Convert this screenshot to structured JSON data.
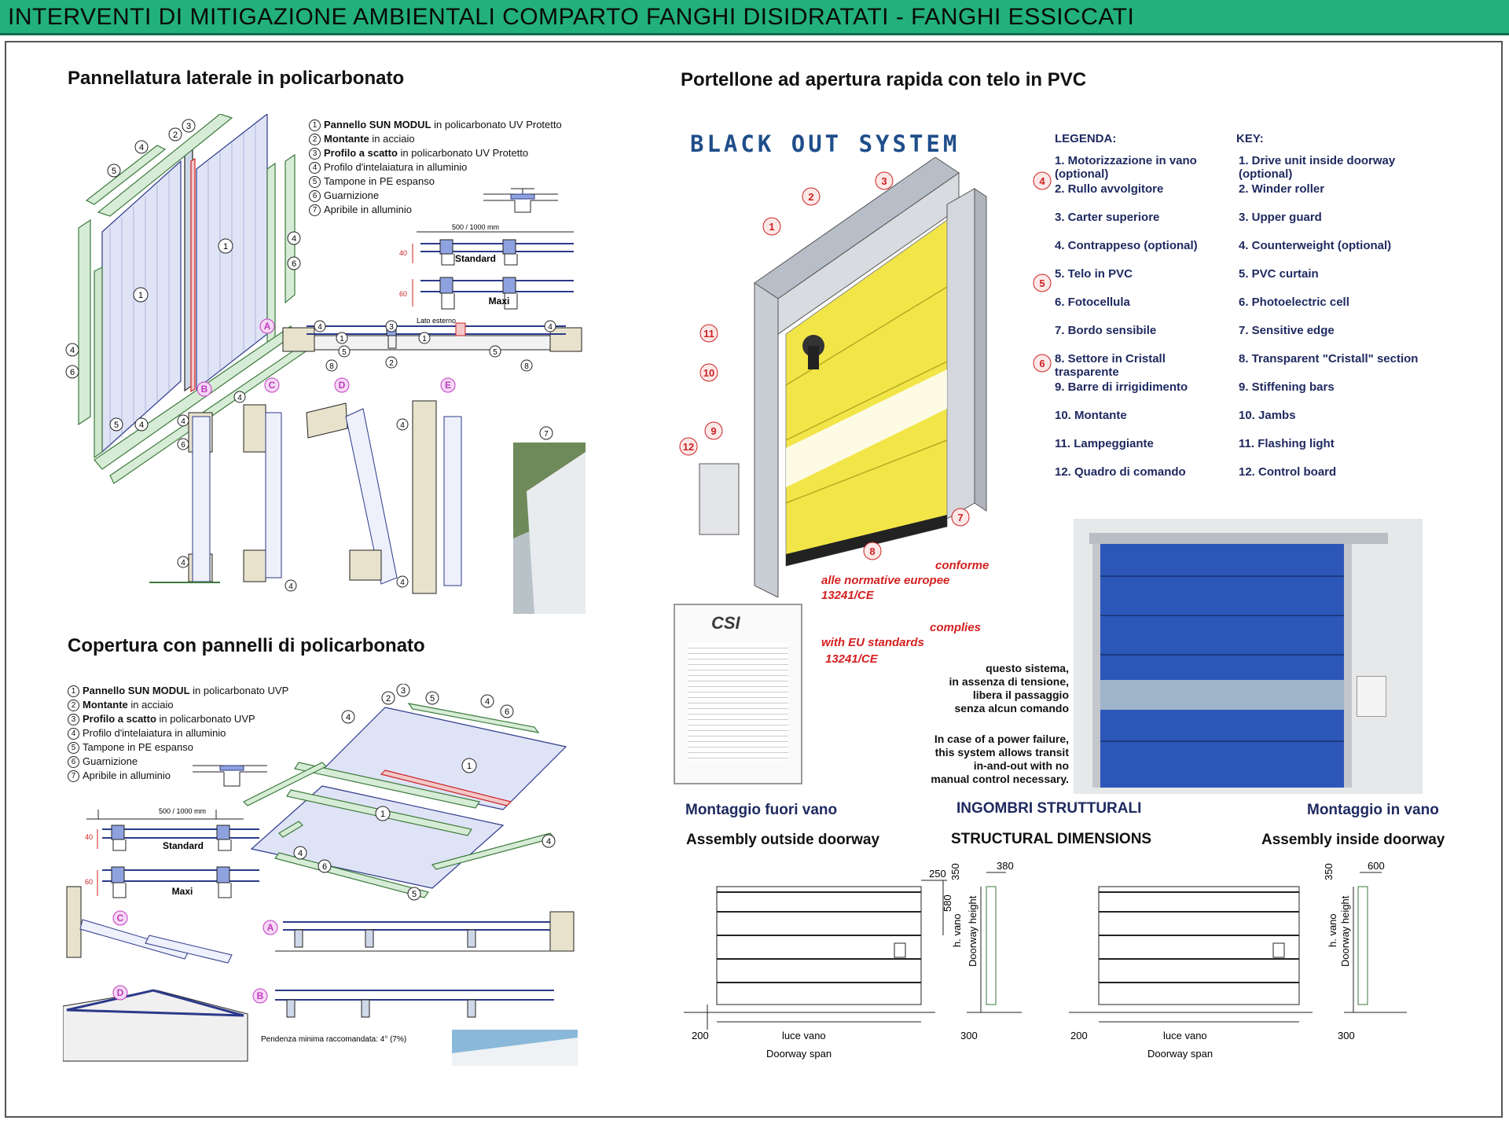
{
  "header": {
    "title": "INTERVENTI DI MITIGAZIONE AMBIENTALI COMPARTO FANGHI DISIDRATATI - FANGHI ESSICCATI"
  },
  "left_top": {
    "title": "Pannellatura laterale in policarbonato",
    "items": [
      {
        "n": "1",
        "bold": "Pannello SUN MODUL",
        "rest": " in policarbonato UV Protetto"
      },
      {
        "n": "2",
        "bold": "Montante",
        "rest": " in acciaio"
      },
      {
        "n": "3",
        "bold": "Profilo a scatto",
        "rest": " in policarbonato UV Protetto"
      },
      {
        "n": "4",
        "bold": "",
        "rest": "Profilo d'intelaiatura in alluminio"
      },
      {
        "n": "5",
        "bold": "",
        "rest": "Tampone in PE espanso"
      },
      {
        "n": "6",
        "bold": "",
        "rest": "Guarnizione"
      },
      {
        "n": "7",
        "bold": "",
        "rest": "Apribile in alluminio"
      }
    ],
    "dim_span": "500 / 1000 mm",
    "dim_40": "40",
    "dim_60": "60",
    "standard": "Standard",
    "maxi": "Maxi",
    "lato_esterno": "Lato esterno",
    "section_letters": [
      "A",
      "B",
      "C",
      "D",
      "E"
    ]
  },
  "left_bottom": {
    "title": "Copertura con pannelli di policarbonato",
    "items": [
      {
        "n": "1",
        "bold": "Pannello SUN MODUL",
        "rest": " in policarbonato UVP"
      },
      {
        "n": "2",
        "bold": "Montante",
        "rest": " in acciaio"
      },
      {
        "n": "3",
        "bold": "Profilo a scatto",
        "rest": " in policarbonato UVP"
      },
      {
        "n": "4",
        "bold": "",
        "rest": "Profilo d'intelaiatura in alluminio"
      },
      {
        "n": "5",
        "bold": "",
        "rest": "Tampone in PE espanso"
      },
      {
        "n": "6",
        "bold": "",
        "rest": "Guarnizione"
      },
      {
        "n": "7",
        "bold": "",
        "rest": "Apribile in alluminio"
      }
    ],
    "dim_span": "500 / 1000 mm",
    "standard": "Standard",
    "maxi": "Maxi",
    "pendenza": "Pendenza minima raccomandata: 4° (7%)"
  },
  "right": {
    "title": "Portellone ad apertura rapida con telo in PVC",
    "brand": "BLACK OUT SYSTEM",
    "legenda_title": "LEGENDA:",
    "key_title": "KEY:",
    "legenda": [
      "1. Motorizzazione in vano (optional)",
      "2. Rullo avvolgitore",
      "3. Carter superiore",
      "4. Contrappeso (optional)",
      "5. Telo in PVC",
      "6. Fotocellula",
      "7. Bordo sensibile",
      "8. Settore in Cristall trasparente",
      "9. Barre di irrigidimento",
      "10. Montante",
      "11. Lampeggiante",
      "12. Quadro di comando"
    ],
    "key": [
      "1. Drive unit inside doorway (optional)",
      "2. Winder roller",
      "3. Upper guard",
      "4. Counterweight  (optional)",
      "5. PVC curtain",
      "6. Photoelectric cell",
      "7. Sensitive edge",
      "8. Transparent \"Cristall\" section",
      "9. Stiffening bars",
      "10. Jambs",
      "11. Flashing light",
      "12. Control board"
    ],
    "conforme_1": "conforme",
    "conforme_2": "alle normative europee",
    "conforme_3": "13241/CE",
    "complies_1": "complies",
    "complies_2": "with EU standards",
    "complies_3": "13241/CE",
    "questo_1": "questo sistema,",
    "questo_2": "in assenza di tensione,",
    "questo_3": "libera il passaggio",
    "questo_4": "senza alcun comando",
    "power_1": "In case of a power failure,",
    "power_2": "this system allows transit",
    "power_3": "in-and-out with no",
    "power_4": "manual control necessary.",
    "csi": "CSI",
    "montaggio_fuori": "Montaggio fuori vano",
    "assembly_outside": "Assembly outside doorway",
    "ingombri": "INGOMBRI STRUTTURALI",
    "structural": "STRUCTURAL DIMENSIONS",
    "montaggio_in": "Montaggio in vano",
    "assembly_inside": "Assembly inside doorway",
    "d250": "250",
    "d580": "580",
    "d380": "380",
    "d350": "350",
    "d600": "600",
    "d200": "200",
    "d300": "300",
    "h_vano": "h. vano",
    "doorway_height": "Doorway height",
    "luce_vano": "luce vano",
    "doorway_span": "Doorway span"
  }
}
